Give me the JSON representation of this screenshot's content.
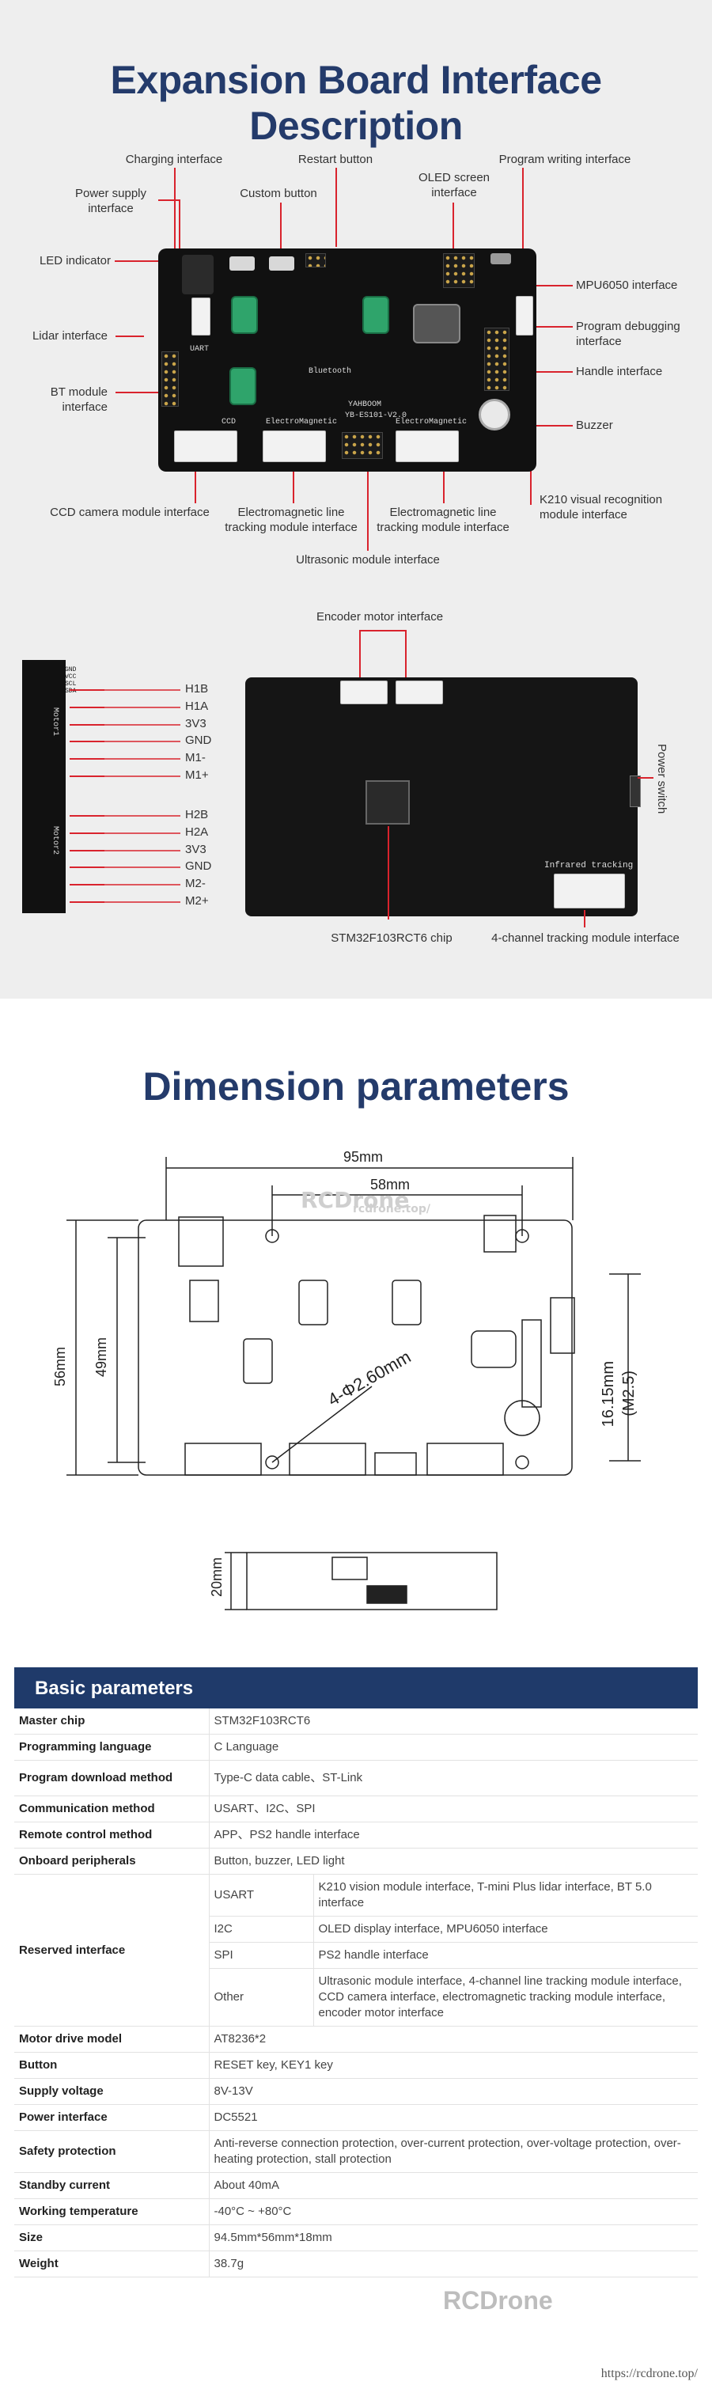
{
  "interface": {
    "title": "Expansion Board Interface Description",
    "labels": {
      "charging": "Charging interface",
      "restart": "Restart button",
      "program_writing": "Program writing interface",
      "power_supply": "Power supply interface",
      "custom_button": "Custom button",
      "oled": "OLED screen interface",
      "led": "LED indicator",
      "mpu6050": "MPU6050 interface",
      "lidar": "Lidar interface",
      "program_debugging": "Program debugging interface",
      "handle": "Handle interface",
      "bt": "BT module interface",
      "buzzer": "Buzzer",
      "k210": "K210 visual recognition module interface",
      "ccd": "CCD camera module interface",
      "em_line_1": "Electromagnetic line tracking module interface",
      "em_line_2": "Electromagnetic line tracking module interface",
      "ultrasonic": "Ultrasonic module interface",
      "encoder": "Encoder motor interface",
      "power_switch": "Power switch",
      "stm32": "STM32F103RCT6 chip",
      "tracking4": "4-channel tracking module interface"
    },
    "silk": {
      "brand": "YAHBOOM",
      "model": "YB-ES101-V2.0",
      "em1": "ElectroMagnetic",
      "em2": "ElectroMagnetic",
      "ccd": "CCD",
      "uart": "UART",
      "bluetooth": "Bluetooth",
      "motor1": "Motor1",
      "motor2": "Motor2",
      "infrared": "Infrared tracking",
      "strip_top": "GND VCC SCL SDA"
    },
    "motor_pins": [
      "H1B",
      "H1A",
      "3V3",
      "GND",
      "M1-",
      "M1+",
      "H2B",
      "H2A",
      "3V3",
      "GND",
      "M2-",
      "M2+"
    ]
  },
  "dimension": {
    "title": "Dimension parameters",
    "width_overall": "95mm",
    "width_holes": "58mm",
    "height_overall": "56mm",
    "height_holes": "49mm",
    "hole": "4-Φ2.60mm",
    "side_height": "16.15mm",
    "screw": "(M2.5)",
    "thickness": "20mm",
    "watermark": "RCDrone",
    "watermark_url": "rcdrone.top/"
  },
  "params": {
    "title": "Basic parameters",
    "rows": [
      {
        "k": "Master chip",
        "v": "STM32F103RCT6"
      },
      {
        "k": "Programming language",
        "v": "C Language"
      },
      {
        "k": "Program download method",
        "v": "Type-C data cable、ST-Link"
      },
      {
        "k": "Communication method",
        "v": "USART、I2C、SPI"
      },
      {
        "k": "Remote control method",
        "v": "APP、PS2 handle interface"
      },
      {
        "k": "Onboard peripherals",
        "v": "Button, buzzer, LED light"
      }
    ],
    "reserved": {
      "k": "Reserved interface",
      "items": [
        {
          "sub": "USART",
          "v": "K210 vision module interface, T-mini Plus lidar interface, BT 5.0 interface"
        },
        {
          "sub": "I2C",
          "v": "OLED display interface, MPU6050 interface"
        },
        {
          "sub": "SPI",
          "v": "PS2 handle interface"
        },
        {
          "sub": "Other",
          "v": "Ultrasonic module interface, 4-channel line tracking module interface, CCD camera interface, electromagnetic tracking module interface, encoder motor interface"
        }
      ]
    },
    "rows2": [
      {
        "k": "Motor drive model",
        "v": "AT8236*2"
      },
      {
        "k": "Button",
        "v": "RESET key, KEY1 key"
      },
      {
        "k": "Supply voltage",
        "v": "8V-13V"
      },
      {
        "k": "Power interface",
        "v": "DC5521"
      },
      {
        "k": "Safety protection",
        "v": "Anti-reverse connection protection, over-current protection, over-voltage protection, over-heating protection, stall protection"
      },
      {
        "k": "Standby current",
        "v": "About 40mA"
      },
      {
        "k": "Working temperature",
        "v": "-40°C ~ +80°C"
      },
      {
        "k": "Size",
        "v": "94.5mm*56mm*18mm"
      },
      {
        "k": "Weight",
        "v": "38.7g"
      }
    ],
    "watermark": "RCDrone",
    "url": "https://rcdrone.top/"
  }
}
